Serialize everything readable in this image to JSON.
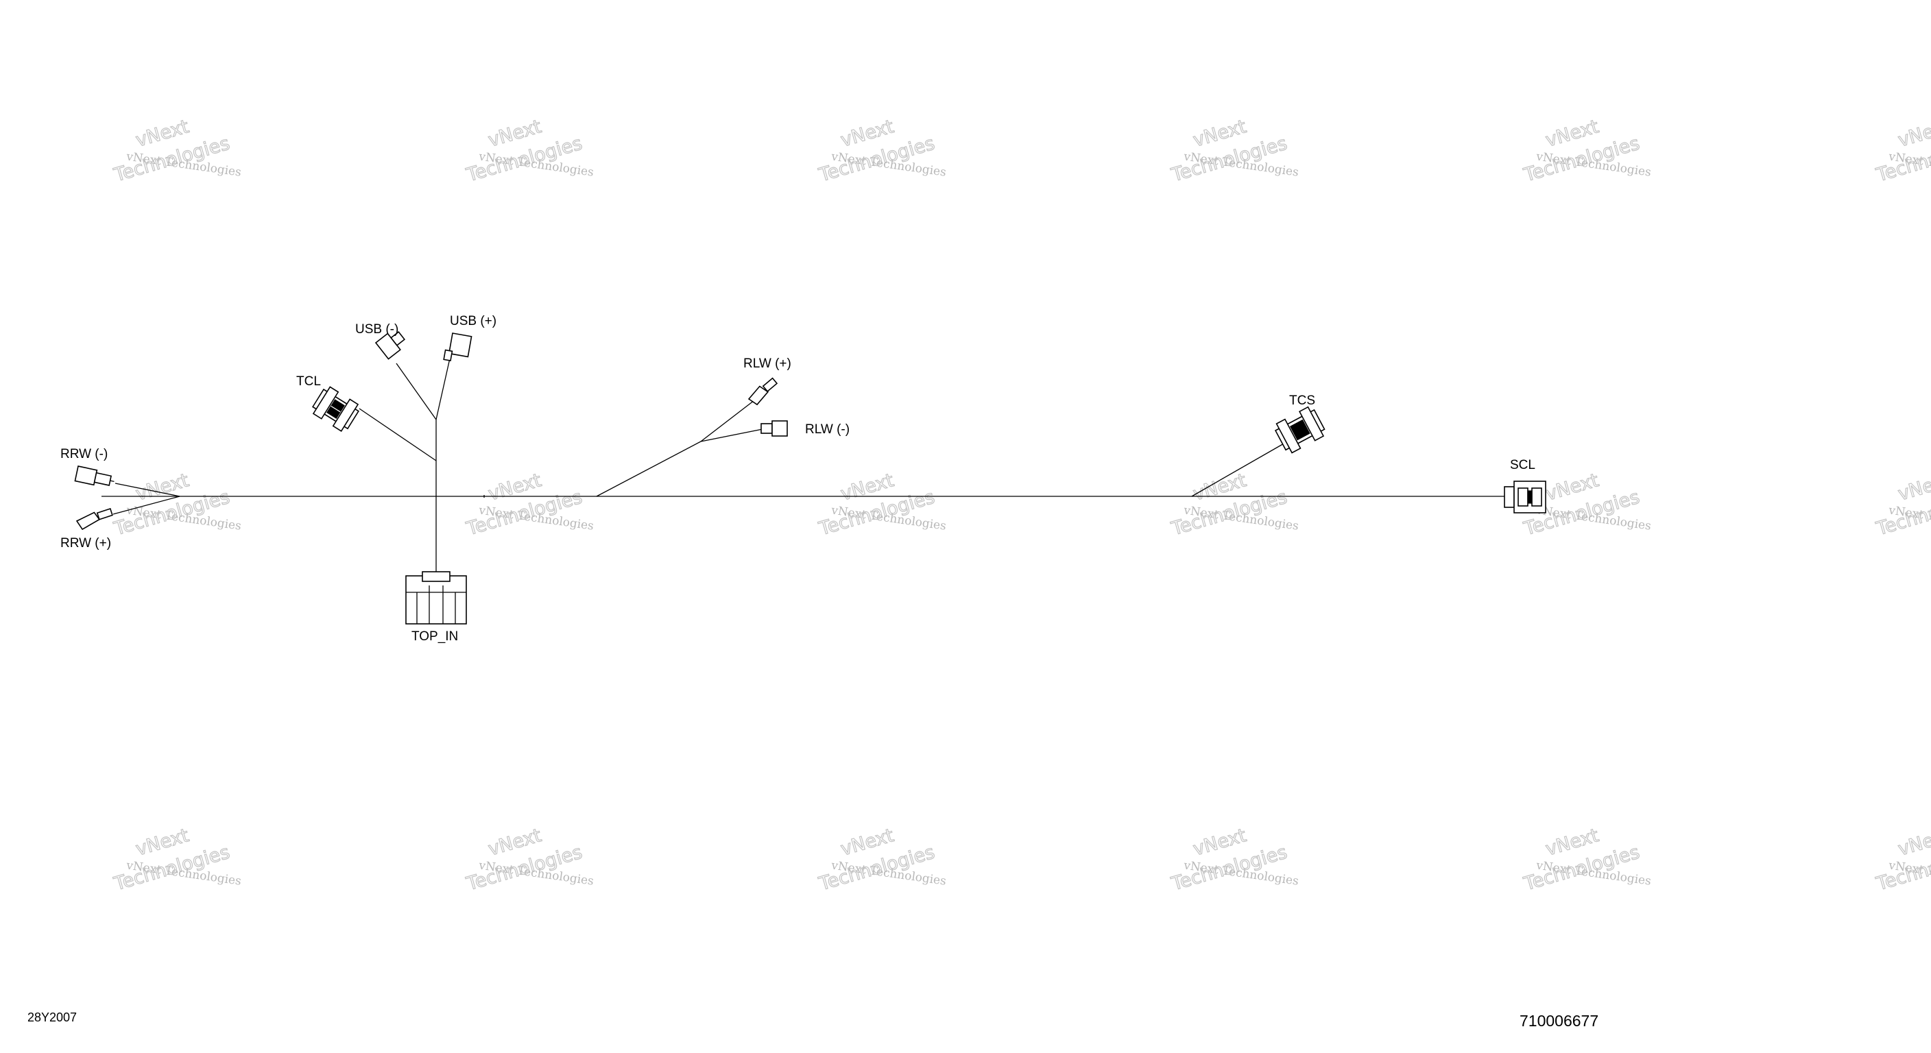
{
  "watermark": {
    "line1": "vNext Technologies",
    "line2": "vNext",
    "line3": "Technologies",
    "color": "#b8b8b8"
  },
  "connectors": {
    "rrw_minus": "RRW (-)",
    "rrw_plus": "RRW (+)",
    "tcl": "TCL",
    "usb_minus": "USB (-)",
    "usb_plus": "USB (+)",
    "rlw_plus": "RLW (+)",
    "rlw_minus": "RLW (-)",
    "top_in": "TOP_IN",
    "tcs": "TCS",
    "scl": "SCL"
  },
  "footer": {
    "date_code": "28Y2007",
    "part_number": "710006677"
  }
}
